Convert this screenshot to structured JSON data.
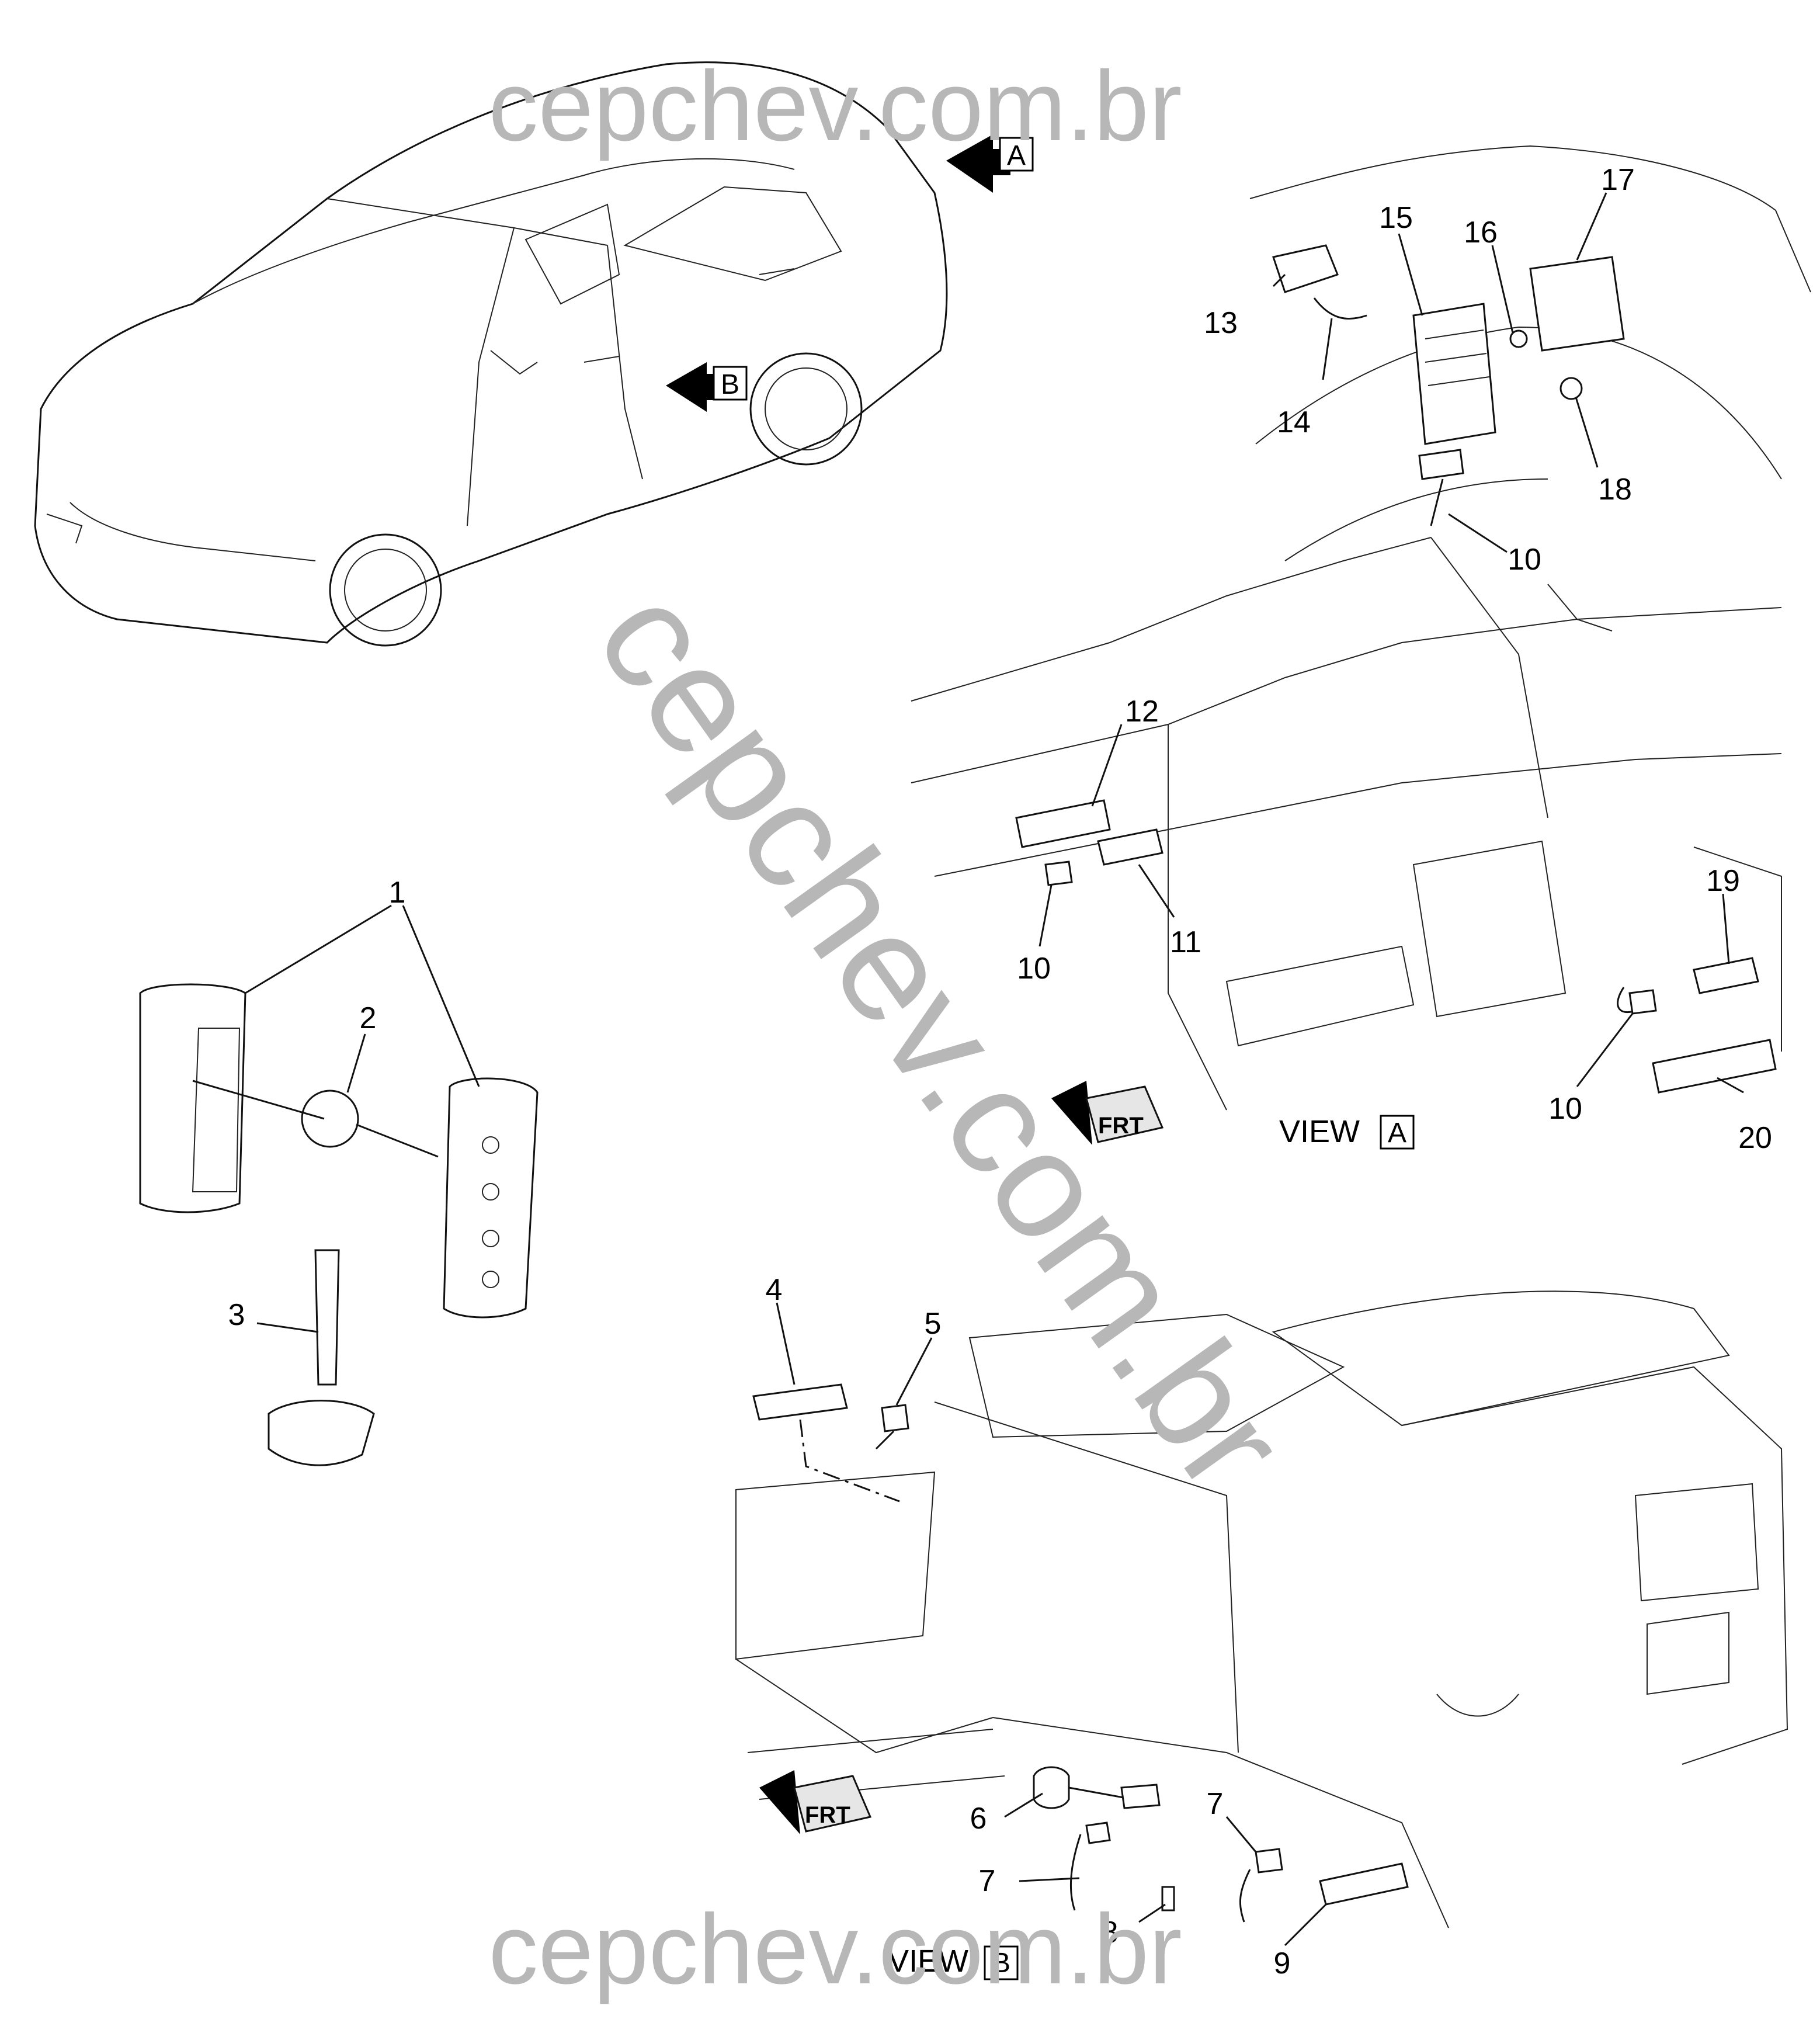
{
  "watermark": {
    "top": "cepchev.com.br",
    "diagonal": "cepchev.com.br",
    "bottom": "cepchev.com.br"
  },
  "views": {
    "a": {
      "prefix": "VIEW",
      "letter": "A"
    },
    "b": {
      "prefix": "VIEW",
      "letter": "B"
    }
  },
  "vehicle_markers": {
    "a": "A",
    "b": "B"
  },
  "frt_label": "FRT",
  "callouts": {
    "c1": "1",
    "c2": "2",
    "c3": "3",
    "c4": "4",
    "c5": "5",
    "c6": "6",
    "c7a": "7",
    "c7b": "7",
    "c8": "8",
    "c9": "9",
    "c10a": "10",
    "c10b": "10",
    "c10c": "10",
    "c11": "11",
    "c12": "12",
    "c13": "13",
    "c14": "14",
    "c15": "15",
    "c16": "16",
    "c17": "17",
    "c18": "18",
    "c19": "19",
    "c20": "20"
  }
}
